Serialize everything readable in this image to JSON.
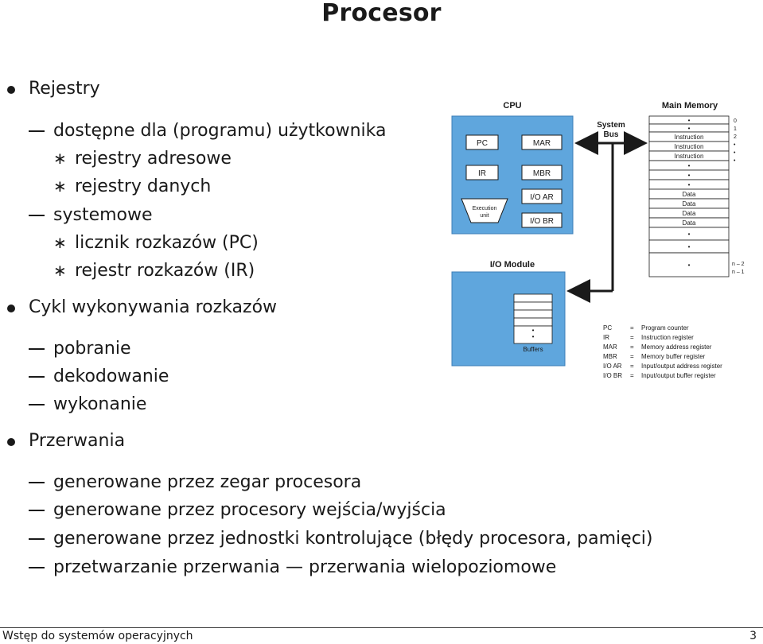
{
  "slide": {
    "title": "Procesor",
    "bullets": [
      {
        "level": 1,
        "marker": "dot",
        "text": "Rejestry"
      },
      {
        "level": 2,
        "marker": "dash",
        "text": "dostępne dla (programu) użytkownika"
      },
      {
        "level": 3,
        "marker": "star",
        "text": "rejestry adresowe"
      },
      {
        "level": 3,
        "marker": "star",
        "text": "rejestry danych"
      },
      {
        "level": 2,
        "marker": "dash",
        "text": "systemowe"
      },
      {
        "level": 3,
        "marker": "star",
        "text": "licznik rozkazów (PC)"
      },
      {
        "level": 3,
        "marker": "star",
        "text": "rejestr rozkazów (IR)"
      },
      {
        "level": 1,
        "marker": "dot",
        "text": "Cykl wykonywania rozkazów"
      },
      {
        "level": 2,
        "marker": "dash",
        "text": "pobranie"
      },
      {
        "level": 2,
        "marker": "dash",
        "text": "dekodowanie"
      },
      {
        "level": 2,
        "marker": "dash",
        "text": "wykonanie"
      },
      {
        "level": 1,
        "marker": "dot",
        "text": "Przerwania"
      },
      {
        "level": 2,
        "marker": "dash",
        "text": "generowane przez zegar procesora"
      },
      {
        "level": 2,
        "marker": "dash",
        "text": "generowane przez procesory wejścia/wyjścia"
      },
      {
        "level": 2,
        "marker": "dash",
        "text": "generowane przez jednostki kontrolujące (błędy procesora, pamięci)"
      },
      {
        "level": 2,
        "marker": "dash",
        "text": "przetwarzanie przerwania — przerwania wielopoziomowe"
      }
    ]
  },
  "diagram": {
    "cpu_label": "CPU",
    "main_memory_label": "Main Memory",
    "system_bus_label": [
      "System",
      "Bus"
    ],
    "io_module_label": "I/O Module",
    "buffers_label": "Buffers",
    "registers": [
      "PC",
      "IR",
      "MAR",
      "MBR",
      "I/O AR",
      "I/O BR"
    ],
    "execution_unit_label": [
      "Execution",
      "unit"
    ],
    "memory_rows": [
      "•",
      "•",
      "Instruction",
      "Instruction",
      "Instruction",
      "•",
      "•",
      "•",
      "Data",
      "Data",
      "Data",
      "Data",
      "•",
      "•",
      "•"
    ],
    "memory_indices_top": [
      "0",
      "1",
      "2",
      "•",
      "•",
      "•"
    ],
    "memory_indices_bottom": [
      "n – 2",
      "n – 1"
    ],
    "legend": [
      {
        "abbr": "PC",
        "meaning": "Program counter"
      },
      {
        "abbr": "IR",
        "meaning": "Instruction register"
      },
      {
        "abbr": "MAR",
        "meaning": "Memory address register"
      },
      {
        "abbr": "MBR",
        "meaning": "Memory buffer register"
      },
      {
        "abbr": "I/O AR",
        "meaning": "Input/output address register"
      },
      {
        "abbr": "I/O BR",
        "meaning": "Input/output buffer register"
      }
    ],
    "legend_eq": "=",
    "colors": {
      "block_fill": "#5fa6dd",
      "block_stroke": "#3d7fb8",
      "arrow": "#1a1a1a",
      "memory_fill": "#ffffff"
    }
  },
  "footer": {
    "left": "Wstęp do systemów operacyjnych",
    "page_number": "3"
  }
}
